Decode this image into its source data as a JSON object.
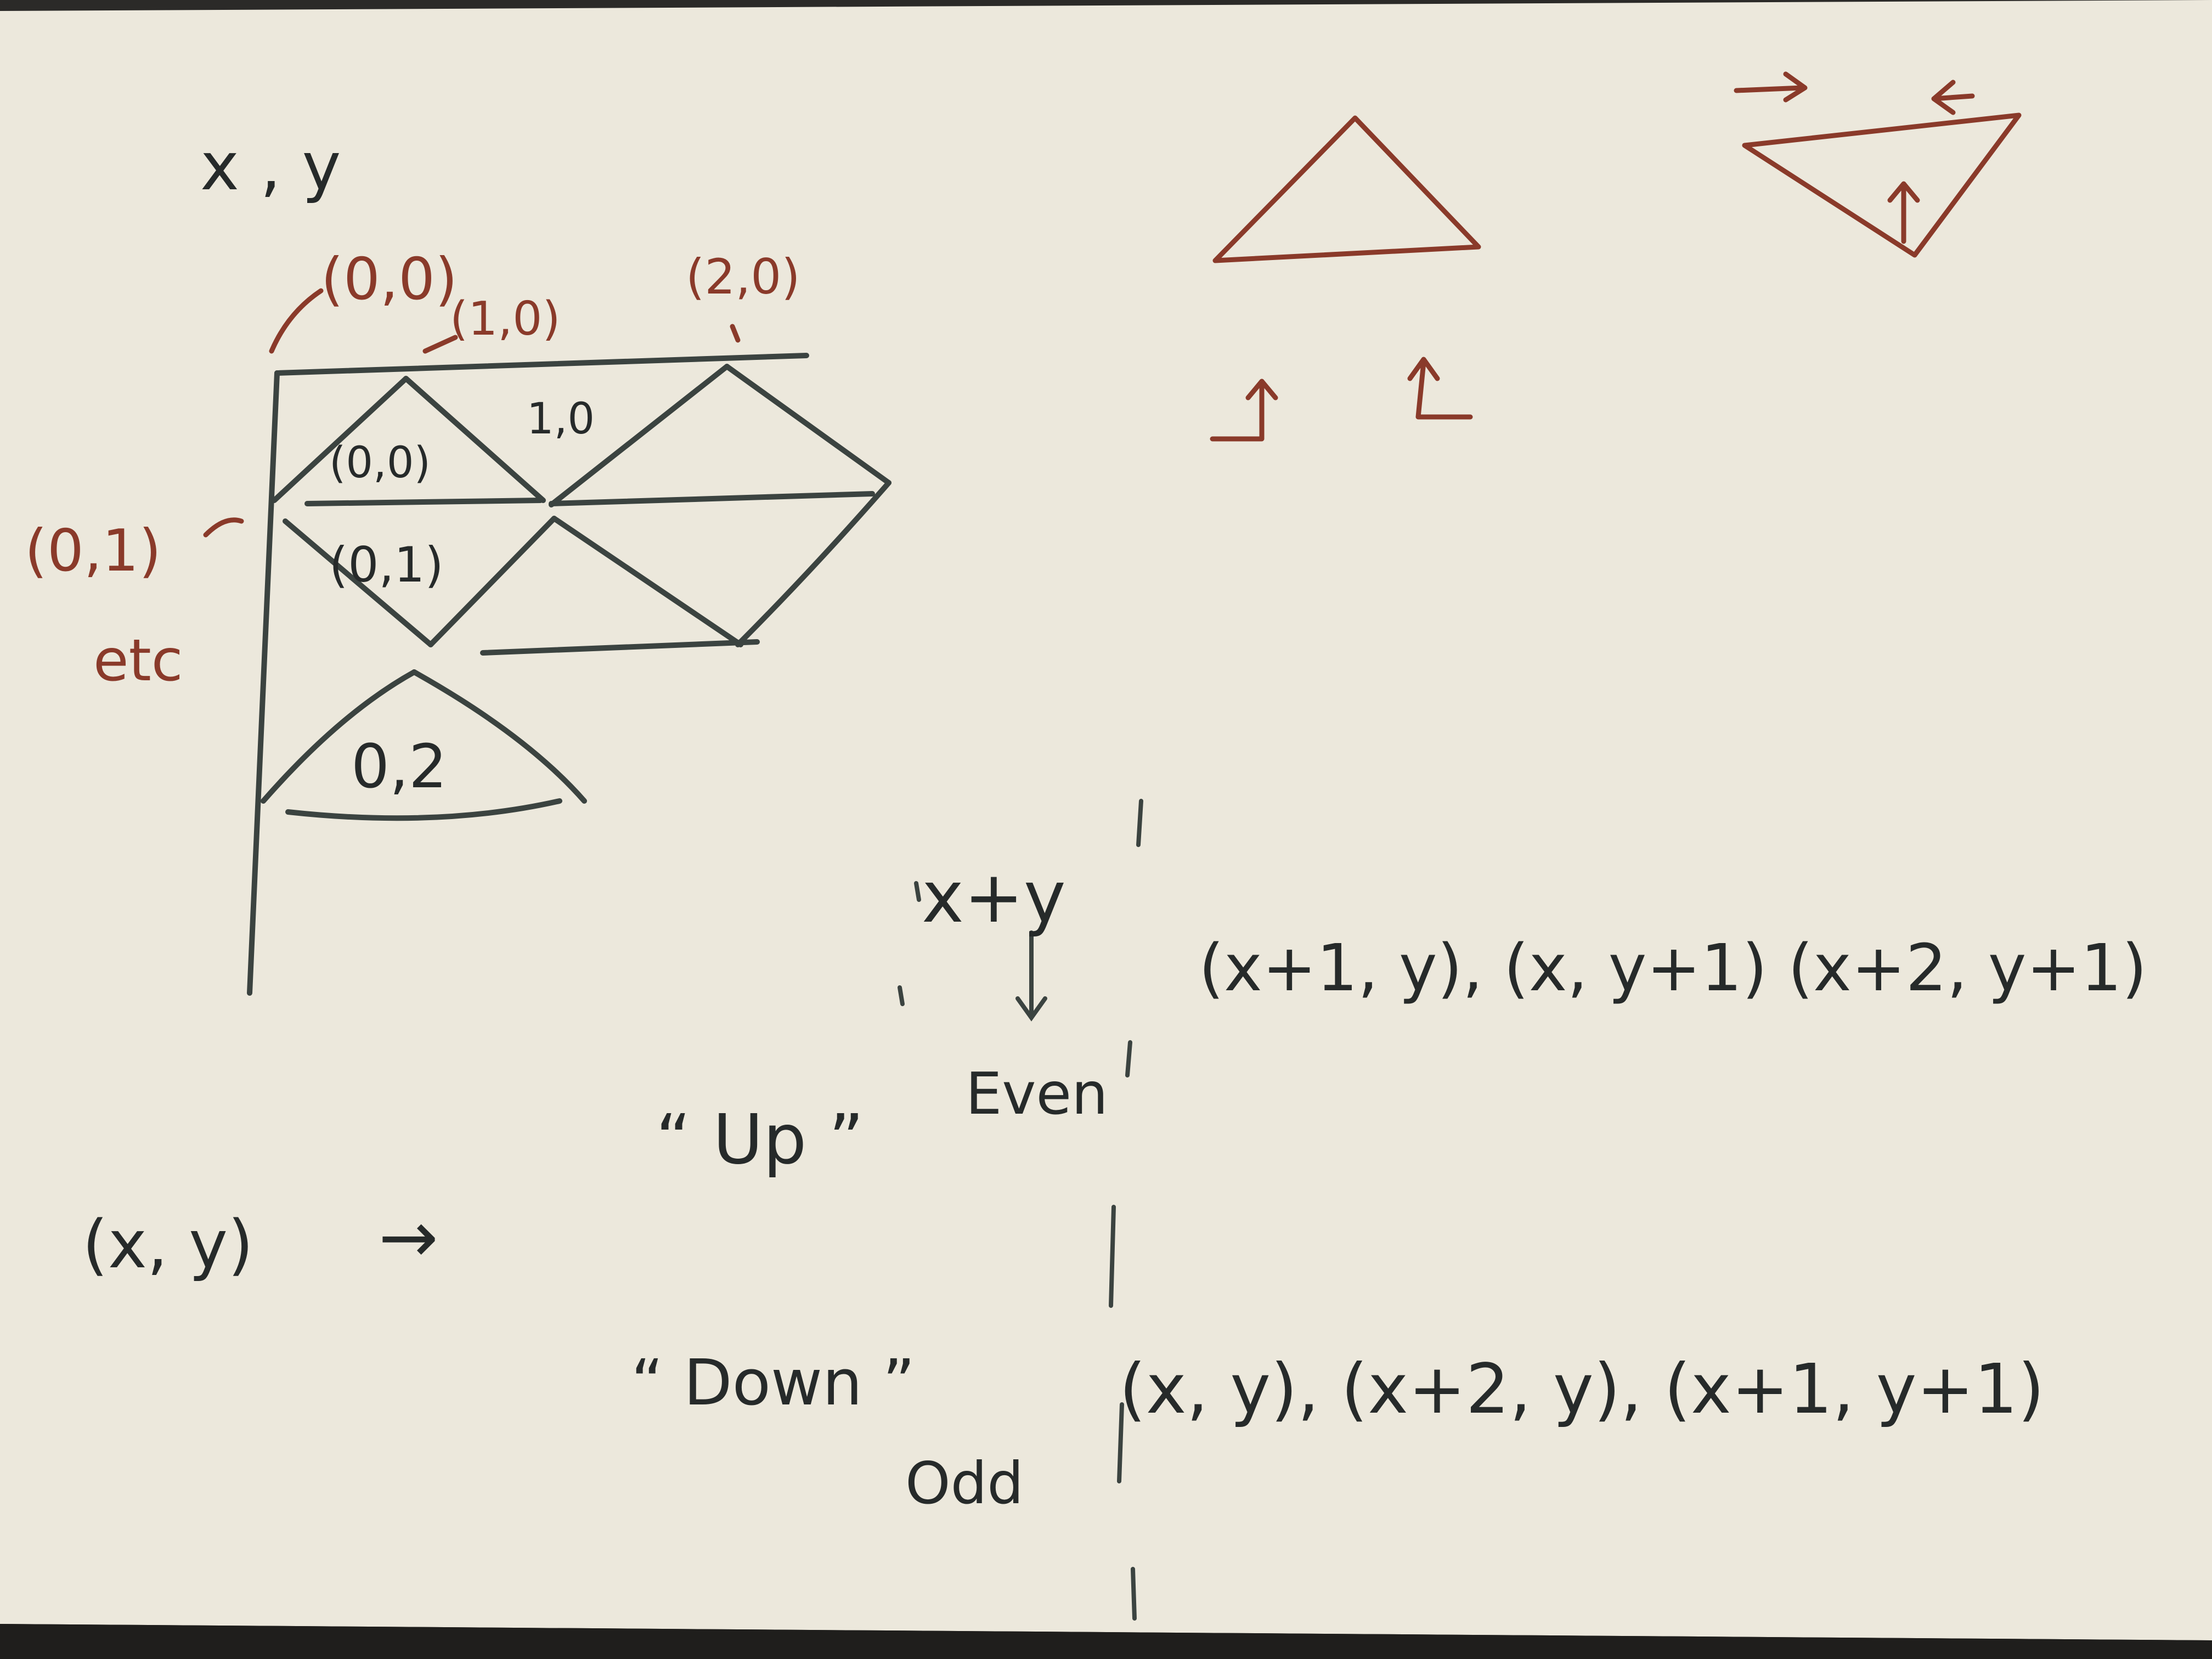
{
  "colors": {
    "paper": "#ece8dc",
    "paper_shadow": "#d9d4c5",
    "background": "#2b2a28",
    "graphite": "#3b4340",
    "graphite_text": "#262a2a",
    "red_ink": "#8a3a2a"
  },
  "sketch": {
    "axis_label": "x , y",
    "origin_label": "(0,0)",
    "label_1_0": "(1,0)",
    "label_2_0": "(2,0)",
    "label_0_1": "(0,1)",
    "etc": "etc",
    "tri_0_0": "(0,0)",
    "tri_1_0": "1,0",
    "tri_0_1": "(0,1)",
    "tri_0_2": "0,2"
  },
  "notes": {
    "sum_label": "x+y",
    "up_label": "“ Up ”",
    "even_label": "Even",
    "even_neighbors": "(x+1, y), (x, y+1) (x+2, y+1)",
    "mapping_input": "(x, y)",
    "mapping_arrow": "→",
    "down_label": "“ Down ”",
    "odd_label": "Odd",
    "odd_neighbors": "(x, y), (x+2, y), (x+1, y+1)"
  }
}
